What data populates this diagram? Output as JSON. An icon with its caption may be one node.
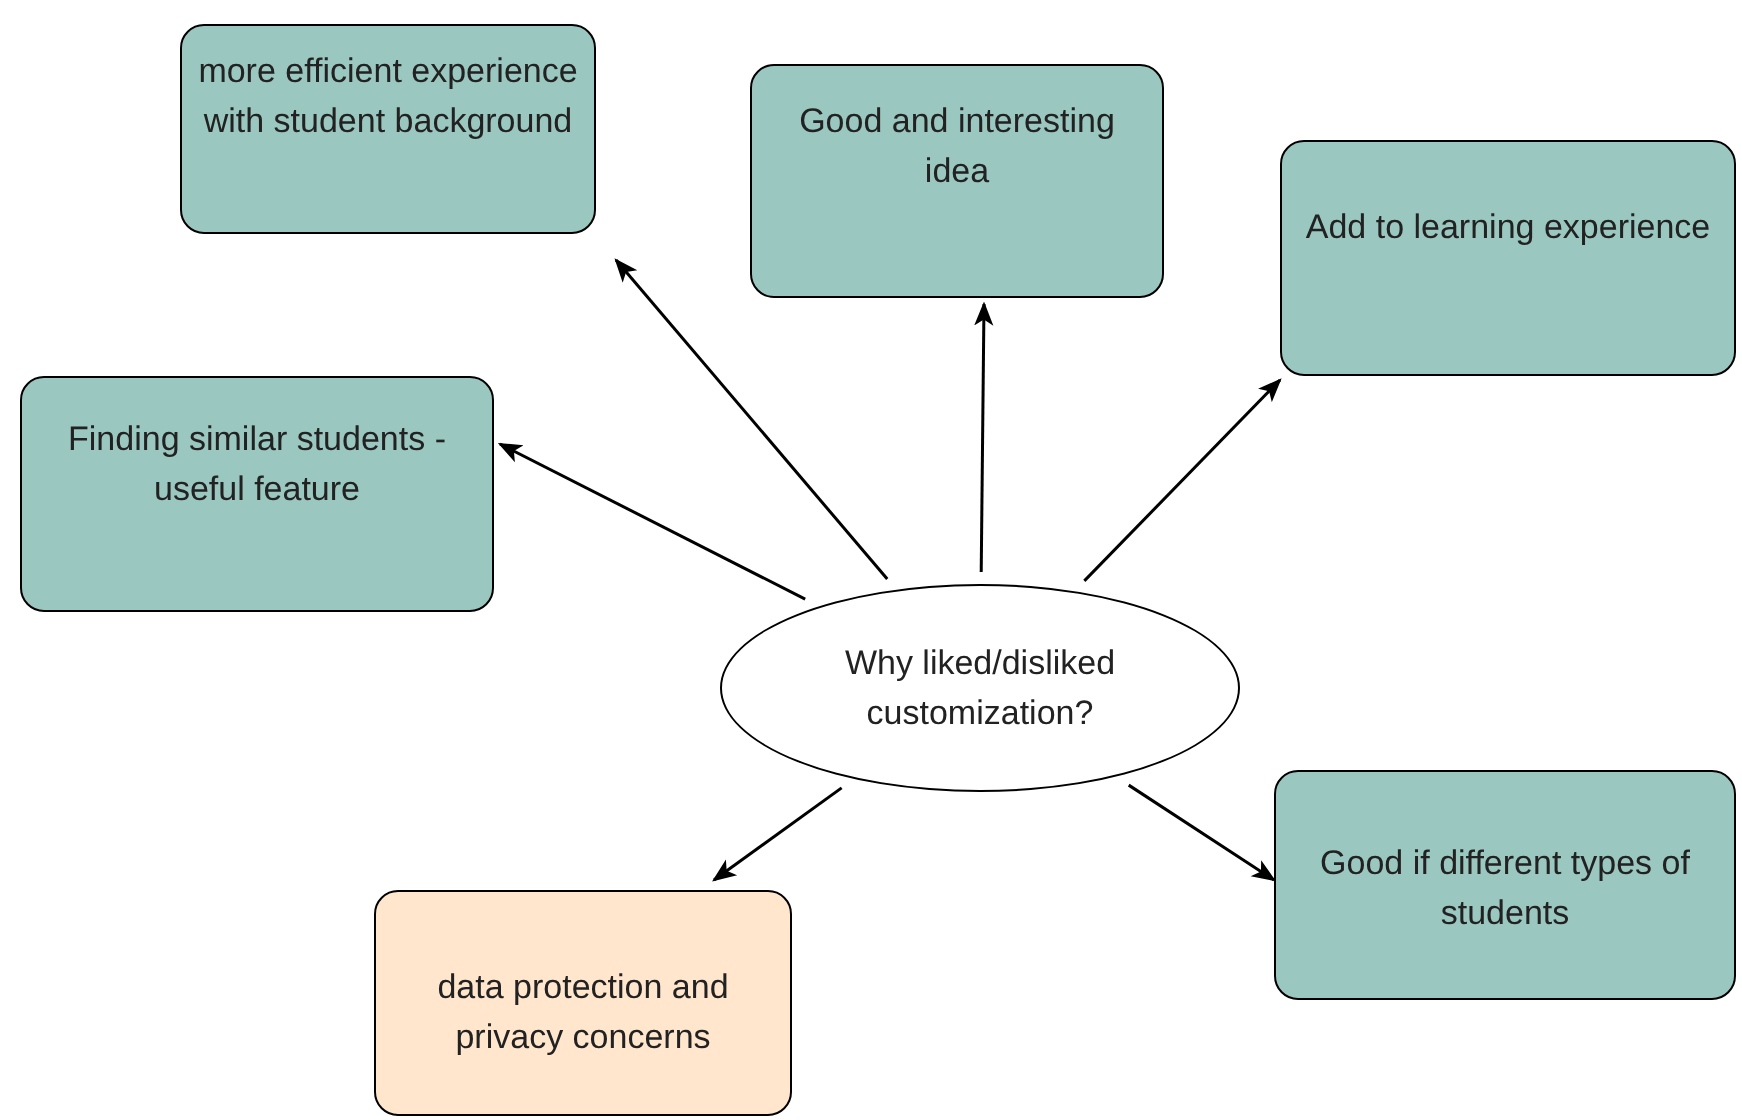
{
  "diagram": {
    "nodes": [
      {
        "text": [
          "Why liked/disliked customization?"
        ]
      },
      {
        "text": [
          "more efficient experience with student background"
        ]
      },
      {
        "text": [
          "Good and interesting idea"
        ]
      },
      {
        "text": [
          "Add to learning experience"
        ]
      },
      {
        "text": [
          "Finding similar students - useful feature"
        ]
      },
      {
        "text": [
          "Good if different types of students"
        ]
      },
      {
        "text": [
          "data protection and privacy concerns"
        ]
      }
    ],
    "edges": [
      {
        "from": 0,
        "to": 1,
        "arrow": "to"
      },
      {
        "from": 0,
        "to": 2,
        "arrow": "to"
      },
      {
        "from": 0,
        "to": 3,
        "arrow": "to"
      },
      {
        "from": 0,
        "to": 4,
        "arrow": "to"
      },
      {
        "from": 0,
        "to": 5,
        "arrow": "to"
      },
      {
        "from": 0,
        "to": 6,
        "arrow": "to"
      }
    ]
  }
}
